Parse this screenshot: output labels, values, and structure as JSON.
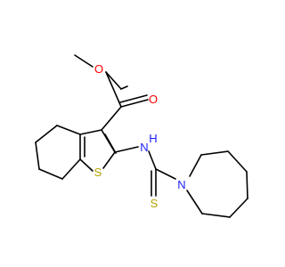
{
  "molecule": {
    "atoms": {
      "o_methoxy": "O",
      "o_carbonyl": "O",
      "s_ring": "S",
      "n_amide": "N",
      "h_amide": "H",
      "n_ring": "N",
      "s_thione": "S"
    },
    "colors": {
      "bond": "#000000",
      "oxygen": "#ff0000",
      "sulfur": "#b8a200",
      "nitrogen": "#2020ff"
    }
  }
}
